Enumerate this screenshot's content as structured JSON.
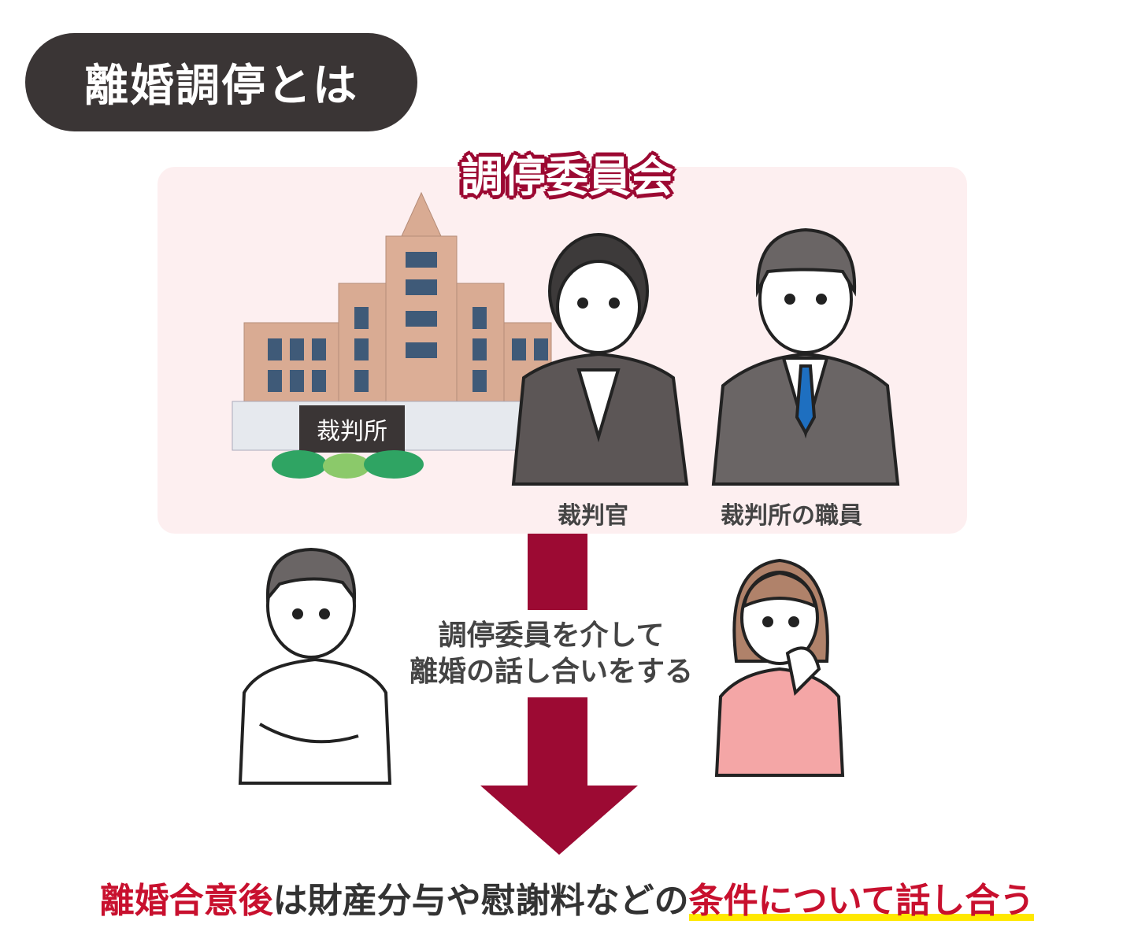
{
  "title": "離婚調停とは",
  "committee": {
    "title": "調停委員会",
    "court_sign": "裁判所",
    "members": [
      {
        "label": "裁判官"
      },
      {
        "label": "裁判所の職員"
      }
    ]
  },
  "flow_text": {
    "line1": "調停委員を介して",
    "line2": "離婚の話し合いをする"
  },
  "conclusion": {
    "part1": "離婚合意後",
    "part2": "は財産分与や慰謝料などの",
    "part3": "条件について話し合う"
  },
  "colors": {
    "accent": "#9c0a33",
    "highlight_red": "#c8102e",
    "underline": "#ffe800",
    "panel": "#fdeff0",
    "pill": "#3a3535"
  }
}
